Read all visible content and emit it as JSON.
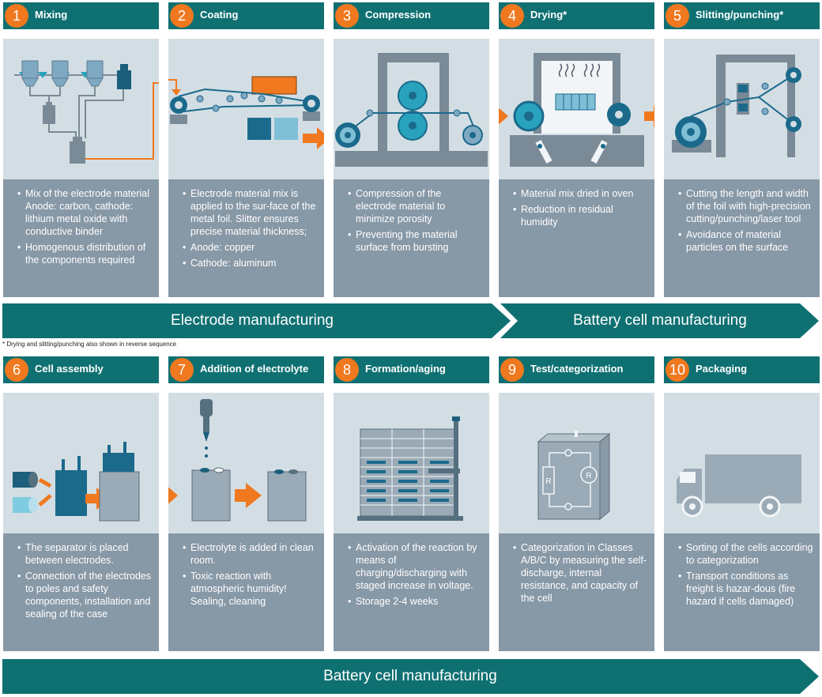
{
  "steps": [
    {
      "num": "1",
      "title": "Mixing",
      "bullets": [
        "Mix of the electrode material Anode: carbon, cathode: lithium metal oxide with conductive binder",
        "Homogenous distribution of the components required"
      ]
    },
    {
      "num": "2",
      "title": "Coating",
      "bullets": [
        "Electrode material mix is applied to the sur-face of the metal foil. Slitter ensures precise material thickness;",
        "Anode: copper",
        "Cathode: aluminum"
      ]
    },
    {
      "num": "3",
      "title": "Compression",
      "bullets": [
        "Compression of the electrode material to minimize porosity",
        "Preventing the material surface from bursting"
      ]
    },
    {
      "num": "4",
      "title": "Drying*",
      "bullets": [
        "Material mix dried in oven",
        "Reduction in residual humidity"
      ]
    },
    {
      "num": "5",
      "title": "Slitting/punching*",
      "bullets": [
        "Cutting the length and width of the foil with high-precision cutting/punching/laser tool",
        "Avoidance of material particles on the surface"
      ]
    },
    {
      "num": "6",
      "title": "Cell assembly",
      "bullets": [
        "The separator is placed between electrodes.",
        "Connection of the electrodes to poles and safety components, installation and sealing of the case"
      ]
    },
    {
      "num": "7",
      "title": "Addition of electrolyte",
      "bullets": [
        "Electrolyte is added in clean room.",
        "Toxic reaction with atmospheric humidity! Sealing, cleaning"
      ]
    },
    {
      "num": "8",
      "title": "Formation/aging",
      "bullets": [
        "Activation of the reaction by means of charging/discharging with staged increase in voltage.",
        "Storage 2-4 weeks"
      ]
    },
    {
      "num": "9",
      "title": "Test/categorization",
      "bullets": [
        "Categorization in Classes A/B/C by measuring the self-discharge, internal resistance, and capacity of the cell"
      ]
    },
    {
      "num": "10",
      "title": "Packaging",
      "bullets": [
        "Sorting of the cells according to categorization",
        "Transport conditions as freight is hazar-dous (fire hazard if cells damaged)"
      ]
    }
  ],
  "bands": {
    "electrode": "Electrode manufacturing",
    "cell_top": "Battery cell manufacturing",
    "cell_bottom": "Battery cell manufacturing"
  },
  "footnote": "* Drying and slitting/punching also shown in reverse sequence",
  "illustration_labels": {
    "resistor_left": "R",
    "resistor_right": "R"
  },
  "colors": {
    "teal": "#0f7072",
    "orange": "#f0781e",
    "panel": "#d3dee4",
    "desc": "#8798a6",
    "blue": "#1b6a8c"
  }
}
